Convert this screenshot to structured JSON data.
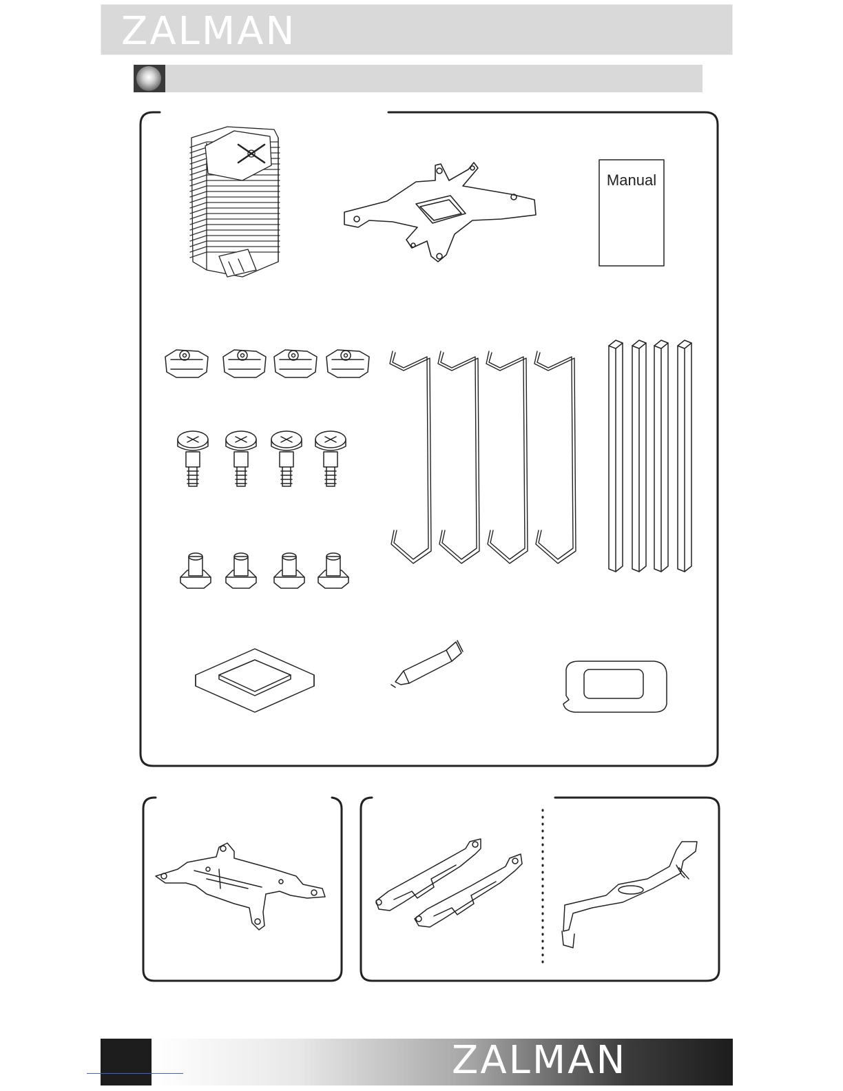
{
  "brand": {
    "logo_text": "ZALMAN"
  },
  "package": {
    "manual_label": "Manual"
  },
  "footer": {
    "logo_text": "ZALMAN"
  },
  "colors": {
    "header_band": "#d9d9d9",
    "frame_stroke": "#222222",
    "footer_dark": "#1d1d1d"
  }
}
